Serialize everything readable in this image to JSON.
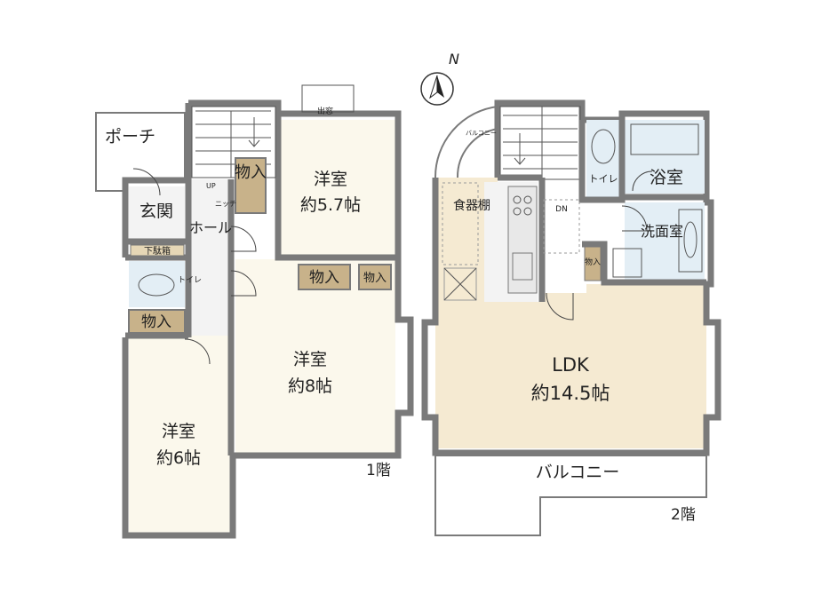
{
  "floor1": {
    "porch": "ポーチ",
    "entrance": "玄関",
    "shoe_box": "下駄箱",
    "toilet": "トイレ",
    "hall": "ホール",
    "niche": "ニッチ",
    "up": "UP",
    "closet_a": "物入",
    "closet_b": "物入",
    "closet_c": "物入",
    "closet_d": "物入",
    "room1_name": "洋室",
    "room1_size": "約5.7帖",
    "room2_name": "洋室",
    "room2_size": "約8帖",
    "room3_name": "洋室",
    "room3_size": "約6帖",
    "bay_window": "出窓",
    "floor_label": "1階"
  },
  "floor2": {
    "compass": "N",
    "balcony_small": "バルコニー",
    "toilet": "トイレ",
    "dn": "DN",
    "bath": "浴室",
    "washroom": "洗面室",
    "pantry": "食器棚",
    "closet": "物入",
    "ldk": "LDK",
    "ldk_size": "約14.5帖",
    "balcony": "バルコニー",
    "floor_label": "2階"
  },
  "colors": {
    "wall": "#7a7a7a",
    "storage": "#c8b28a",
    "ldk_floor": "#f5ead2",
    "hall_floor": "#f0f0f0",
    "room_floor": "#fbf8ec",
    "wet_area": "#e3eef5"
  }
}
